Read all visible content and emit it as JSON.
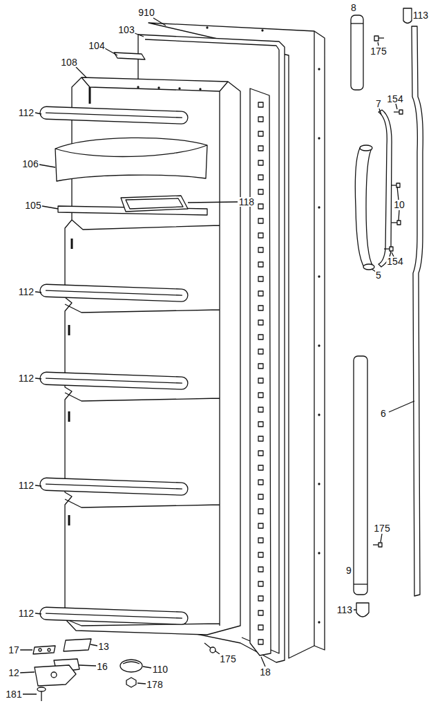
{
  "diagram": {
    "labels": [
      "910",
      "103",
      "104",
      "108",
      "112",
      "106",
      "105",
      "118",
      "112",
      "112",
      "112",
      "112",
      "13",
      "17",
      "16",
      "12",
      "181",
      "110",
      "178",
      "175",
      "18",
      "8",
      "113",
      "175",
      "154",
      "7",
      "10",
      "5",
      "154",
      "6",
      "175",
      "9",
      "113"
    ]
  }
}
